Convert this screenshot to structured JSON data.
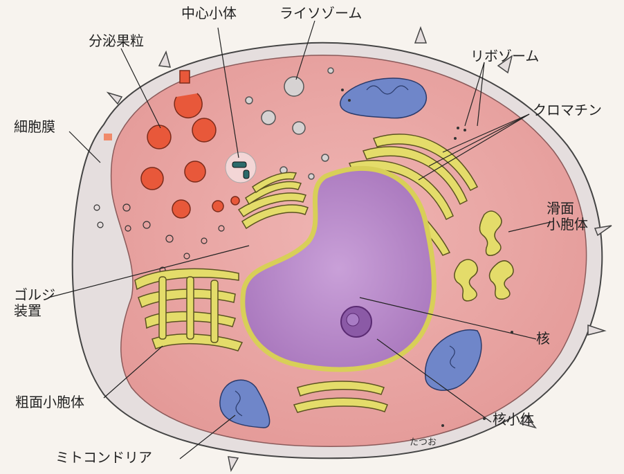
{
  "labels": {
    "centriole": "中心小体",
    "lysosome": "ライソゾーム",
    "secretory_granule": "分泌果粒",
    "ribosome": "リボゾーム",
    "chromatin": "クロマチン",
    "cell_membrane": "細胞膜",
    "smooth_er": "滑面\n小胞体",
    "golgi": "ゴルジ\n装置",
    "nucleus": "核",
    "rough_er": "粗面小胞体",
    "nucleolus": "核小体",
    "mitochondria": "ミトコンドリア"
  },
  "signature": "たつお",
  "colors": {
    "cytoplasm": "#eaa8a6",
    "membrane": "#dcd6d6",
    "nucleus": "#b98fc9",
    "er": "#e4dc6a",
    "mitochondria": "#6f86c9",
    "granule": "#e8583a"
  }
}
